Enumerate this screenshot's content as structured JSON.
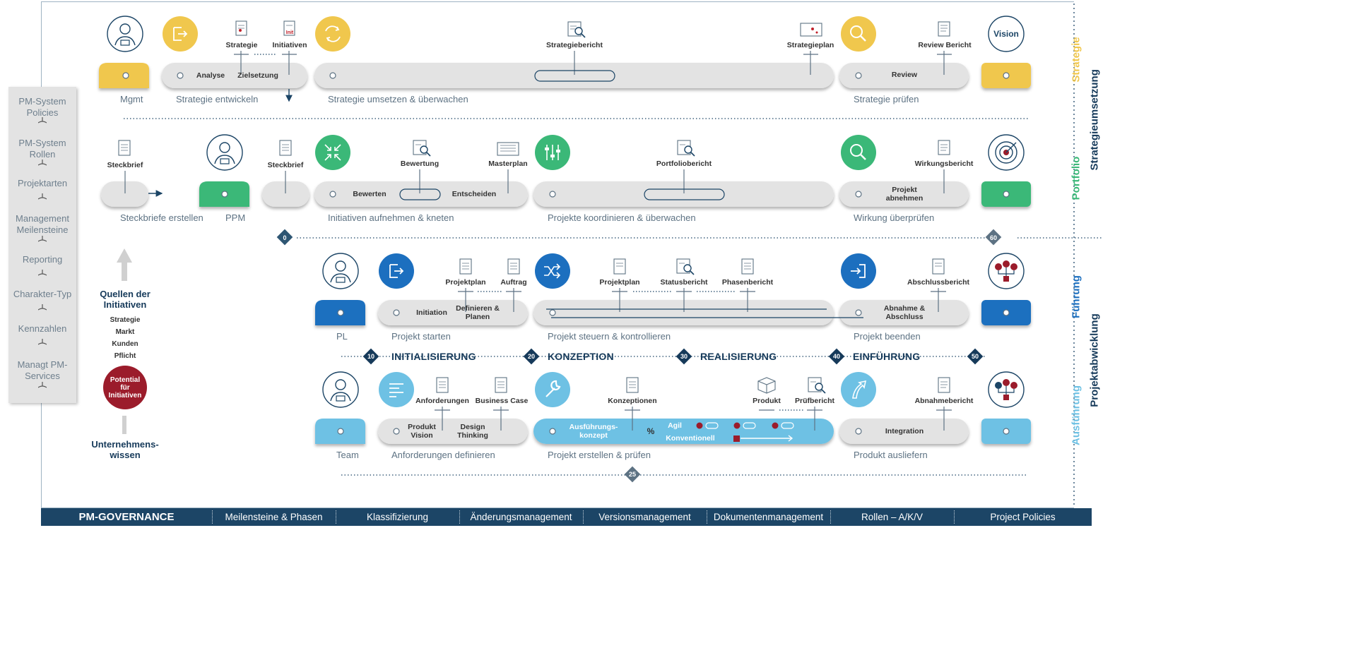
{
  "colors": {
    "navy": "#1c4566",
    "gold": "#f0c74d",
    "green": "#3bb878",
    "blue": "#1c6fbf",
    "lightblue": "#6ec1e4",
    "red": "#9b1c2b",
    "grey": "#e3e3e3"
  },
  "sidebar": {
    "items": [
      "PM-System Policies",
      "PM-System Rollen",
      "Projektarten",
      "Management Meilensteine",
      "Reporting",
      "Charakter-Typ",
      "Kennzahlen",
      "Managt PM-Services"
    ]
  },
  "sources": {
    "title": "Quellen der Initiativen",
    "items": [
      "Strategie",
      "Markt",
      "Kunden",
      "Pflicht"
    ],
    "potential": "Potential für Initiativen",
    "knowledge": "Unternehmens-wissen"
  },
  "lanes": {
    "strategie": "Strategie",
    "portfolio": "Portfolio",
    "fuehrung": "Führung",
    "ausfuehrung": "Ausführung",
    "strategieumsetzung": "Strategieumsetzung",
    "projektabwicklung": "Projektabwicklung"
  },
  "row1": {
    "actor": "Mgmt",
    "stages": [
      "Strategie entwickeln",
      "Strategie umsetzen & überwachen",
      "Strategie prüfen"
    ],
    "docs": [
      "Strategie",
      "Initiativen",
      "Strategiebericht",
      "Strategieplan",
      "Review Bericht"
    ],
    "pill": [
      "Analyse",
      "Zielsetzung",
      "Review"
    ],
    "vision": "Vision",
    "init_icon": "Init"
  },
  "row2": {
    "actor": "PPM",
    "stages": [
      "Steckbriefe erstellen",
      "Initiativen aufnehmen & kneten",
      "Projekte koordinieren & überwachen",
      "Wirkung überprüfen"
    ],
    "docs": [
      "Steckbrief",
      "Steckbrief",
      "Bewertung",
      "Masterplan",
      "Portfoliobericht",
      "Wirkungsbericht"
    ],
    "pill": [
      "Bewerten",
      "Entscheiden",
      "Projekt abnehmen"
    ]
  },
  "row3": {
    "actor": "PL",
    "stages": [
      "Projekt starten",
      "Projekt steuern & kontrollieren",
      "Projekt beenden"
    ],
    "docs": [
      "Projektplan",
      "Auftrag",
      "Projektplan",
      "Statusbericht",
      "Phasenbericht",
      "Abschlussbericht"
    ],
    "pill": [
      "Initiation",
      "Definieren & Planen",
      "Abnahme & Abschluss"
    ]
  },
  "phases": [
    "INITIALISIERUNG",
    "KONZEPTION",
    "REALISIERUNG",
    "EINFÜHRUNG"
  ],
  "milestones": [
    "0",
    "60",
    "10",
    "20",
    "30",
    "40",
    "50",
    "25"
  ],
  "row4": {
    "actor": "Team",
    "stages": [
      "Anforderungen definieren",
      "Projekt erstellen & prüfen",
      "Produkt ausliefern"
    ],
    "docs": [
      "Anforderungen",
      "Business Case",
      "Konzeptionen",
      "Produkt",
      "Prüfbericht",
      "Abnahmebericht"
    ],
    "pill": [
      "Produkt Vision",
      "Design Thinking",
      "Ausführungs-konzept",
      "%",
      "Agil",
      "Konventionell",
      "Integration"
    ]
  },
  "governance": [
    "PM-GOVERNANCE",
    "Meilensteine & Phasen",
    "Klassifizierung",
    "Änderungsmanagement",
    "Versionsmanagement",
    "Dokumentenmanagement",
    "Rollen – A/K/V",
    "Project Policies"
  ]
}
